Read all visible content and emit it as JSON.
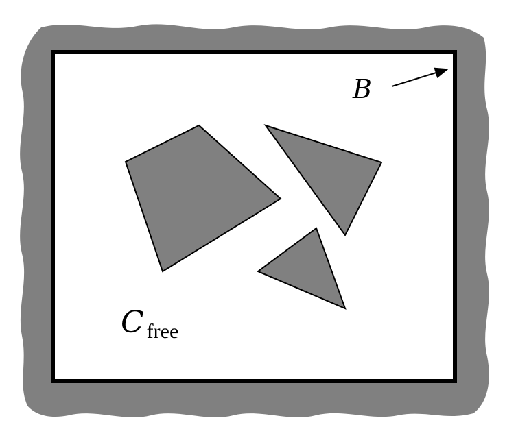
{
  "diagram": {
    "labels": {
      "boundary": "B",
      "free_space_symbol": "C",
      "free_space_subscript": "free"
    },
    "colors": {
      "obstacle_fill": "#808080",
      "boundary_fill": "#808080",
      "outline": "#000000",
      "background": "#ffffff"
    },
    "obstacles": [
      {
        "name": "quadrilateral-obstacle"
      },
      {
        "name": "upper-triangle-obstacle"
      },
      {
        "name": "lower-triangle-obstacle"
      }
    ]
  }
}
